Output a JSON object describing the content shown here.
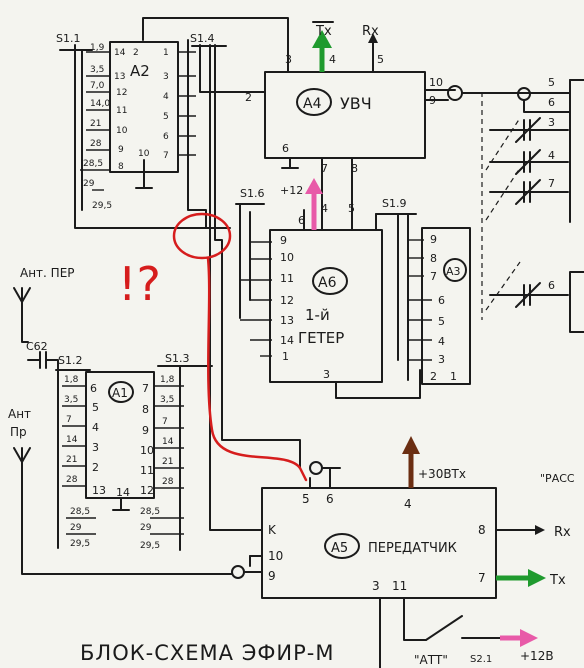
{
  "title": "БЛОК-СХЕМА ЭФИР-М",
  "annotation": "!?",
  "blocks": {
    "a2": {
      "label": "A2",
      "pins_left": [
        "14",
        "13",
        "12",
        "11",
        "10",
        "9",
        "8"
      ],
      "pins_right": [
        "1",
        "3",
        "4",
        "5",
        "6",
        "7"
      ],
      "pin_top": "2",
      "pin_bottom": "10"
    },
    "a4": {
      "label": "A4",
      "name": "УВЧ",
      "pins": [
        "3",
        "4",
        "5",
        "2",
        "10",
        "9",
        "6",
        "7",
        "8"
      ]
    },
    "a6": {
      "label": "A6",
      "name1": "1-й",
      "name2": "ГЕТЕР",
      "pins_left": [
        "9",
        "10",
        "11",
        "12",
        "13",
        "14",
        "1"
      ],
      "pins_top": [
        "6",
        "5",
        "4"
      ],
      "pin_bottom": "3"
    },
    "a3": {
      "label": "A3",
      "pins": [
        "9",
        "8",
        "7",
        "6",
        "5",
        "4",
        "3",
        "2",
        "1"
      ]
    },
    "a1": {
      "label": "A1",
      "pins_left": [
        "6",
        "5",
        "4",
        "3",
        "2",
        "13"
      ],
      "pins_right": [
        "7",
        "8",
        "9",
        "10",
        "11",
        "12"
      ],
      "pin_bottom": "14"
    },
    "a5": {
      "label": "A5",
      "name": "ПЕРЕДАТЧИК",
      "pins": [
        "5",
        "6",
        "4",
        "K",
        "10",
        "9",
        "8",
        "7",
        "3",
        "11"
      ]
    }
  },
  "switches": {
    "s11": {
      "label": "S1.1",
      "taps": [
        "1,9",
        "3,5",
        "7,0",
        "14,0",
        "21",
        "28",
        "28,5",
        "29",
        "29,5"
      ]
    },
    "s14": {
      "label": "S1.4"
    },
    "s16": {
      "label": "S1.6"
    },
    "s19": {
      "label": "S1.9"
    },
    "s12": {
      "label": "S1.2",
      "taps": [
        "1,8",
        "3,5",
        "7",
        "14",
        "21",
        "28",
        "28,5",
        "29",
        "29,5"
      ]
    },
    "s13": {
      "label": "S1.3",
      "taps": [
        "1,8",
        "3,5",
        "7",
        "14",
        "21",
        "28",
        "28,5",
        "29",
        "29,5"
      ]
    }
  },
  "signals": {
    "tx_top": "Tx",
    "rx_top": "Rx",
    "plus12": "+12",
    "plus30": "+30ВTx",
    "rx_right": "Rx",
    "tx_right": "Tx",
    "plus12b": "+12В",
    "att": "\"АТТ\"",
    "s21": "S2.1",
    "ant_per": "Ант. ПЕР",
    "ant_pr_1": "Ант",
    "ant_pr_2": "Пр",
    "cap": "C62",
    "right_label": "\"РАСС"
  },
  "right_pins": [
    "5",
    "6",
    "3",
    "4",
    "7",
    "6"
  ],
  "colors": {
    "ink": "#1b1b1b",
    "red": "#d61d1d",
    "green": "#1f9a2e",
    "pink": "#e85aa8",
    "brown": "#6b2e12"
  }
}
